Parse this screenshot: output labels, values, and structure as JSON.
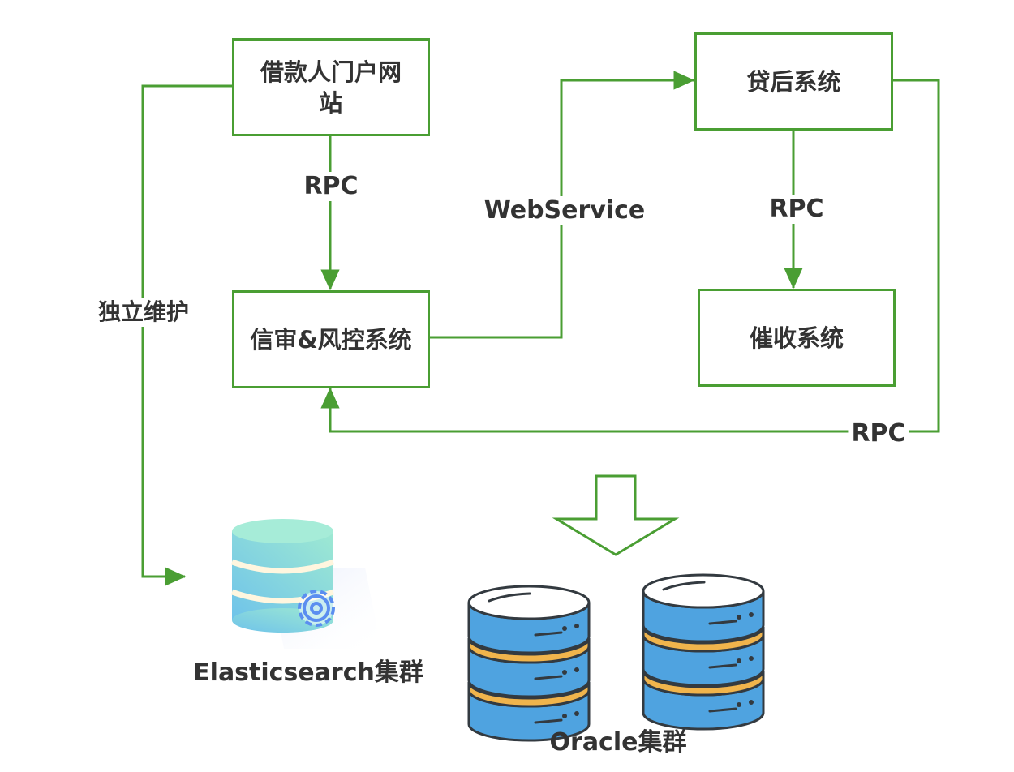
{
  "diagram": {
    "colors": {
      "line": "#4a9e33",
      "text": "#333333",
      "db_blue": "#4fa3e0",
      "db_orange": "#f0b44c",
      "db_outline": "#333a40",
      "es_teal": "#7fdcd6",
      "es_gear": "#5b8ef0"
    },
    "nodes": {
      "borrower_portal": "借款人门户网站",
      "post_loan": "贷后系统",
      "credit_risk": "信审&风控系统",
      "collection": "催收系统"
    },
    "edges": {
      "portal_to_credit": "RPC",
      "credit_to_postloan": "WebService",
      "postloan_to_collection": "RPC",
      "postloan_to_credit": "RPC",
      "portal_to_es": "独立维护"
    },
    "storage": {
      "elasticsearch": {
        "label": "Elasticsearch集群",
        "icon": "database-gear-icon"
      },
      "oracle": {
        "label": "Oracle集群",
        "icon": "database-server-icon",
        "count": 2
      }
    },
    "hollow_arrow": {
      "direction": "down",
      "icon": "hollow-down-arrow-icon"
    }
  }
}
